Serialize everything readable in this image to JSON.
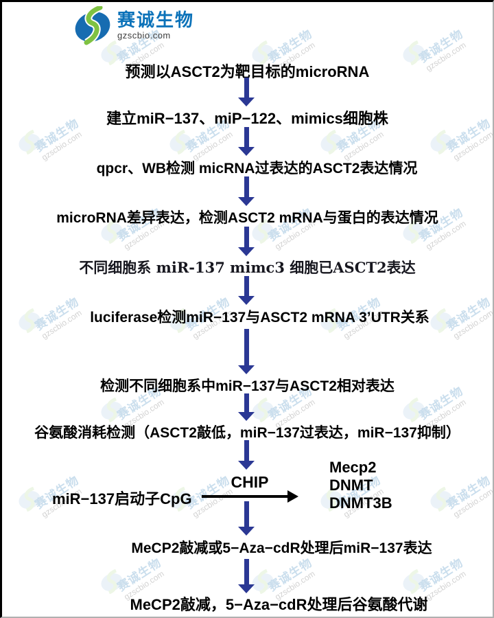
{
  "logo": {
    "brand": "赛诚生物",
    "domain": "gzscbio.com"
  },
  "watermark": {
    "brand": "赛诚生物",
    "domain": "gzscbio.com"
  },
  "flow": {
    "steps": [
      "预测以ASCT2为靶目标的microRNA",
      "建立miR−137、miP−122、mimics细胞株",
      "qpcr、WB检测 micRNA过表达的ASCT2表达情况",
      "microRNA差异表达，检测ASCT2 mRNA与蛋白的表达情况",
      "不同细胞系 miR-137 mimc3 细胞已ASCT2表达",
      "luciferase检测miR−137与ASCT2 mRNA 3’UTR关系",
      "检测不同细胞系中miR−137与ASCT2相对表达",
      "谷氨酸消耗检测（ASCT2敲低，miR−137过表达，miR−137抑制）",
      "MeCP2敲减或5−Aza−cdR处理后miR−137表达",
      "MeCP2敲减，5−Aza−cdR处理后谷氨酸代谢"
    ],
    "chip": {
      "promoter": "miR−137启动子CpG",
      "label": "CHIP",
      "targets": [
        "Mecp2",
        "DNMT",
        "DNMT3B"
      ]
    }
  },
  "colors": {
    "arrow": "#2b3894",
    "brand_blue": "#0b72b9",
    "brand_green": "#7fc242",
    "text": "#000000"
  }
}
